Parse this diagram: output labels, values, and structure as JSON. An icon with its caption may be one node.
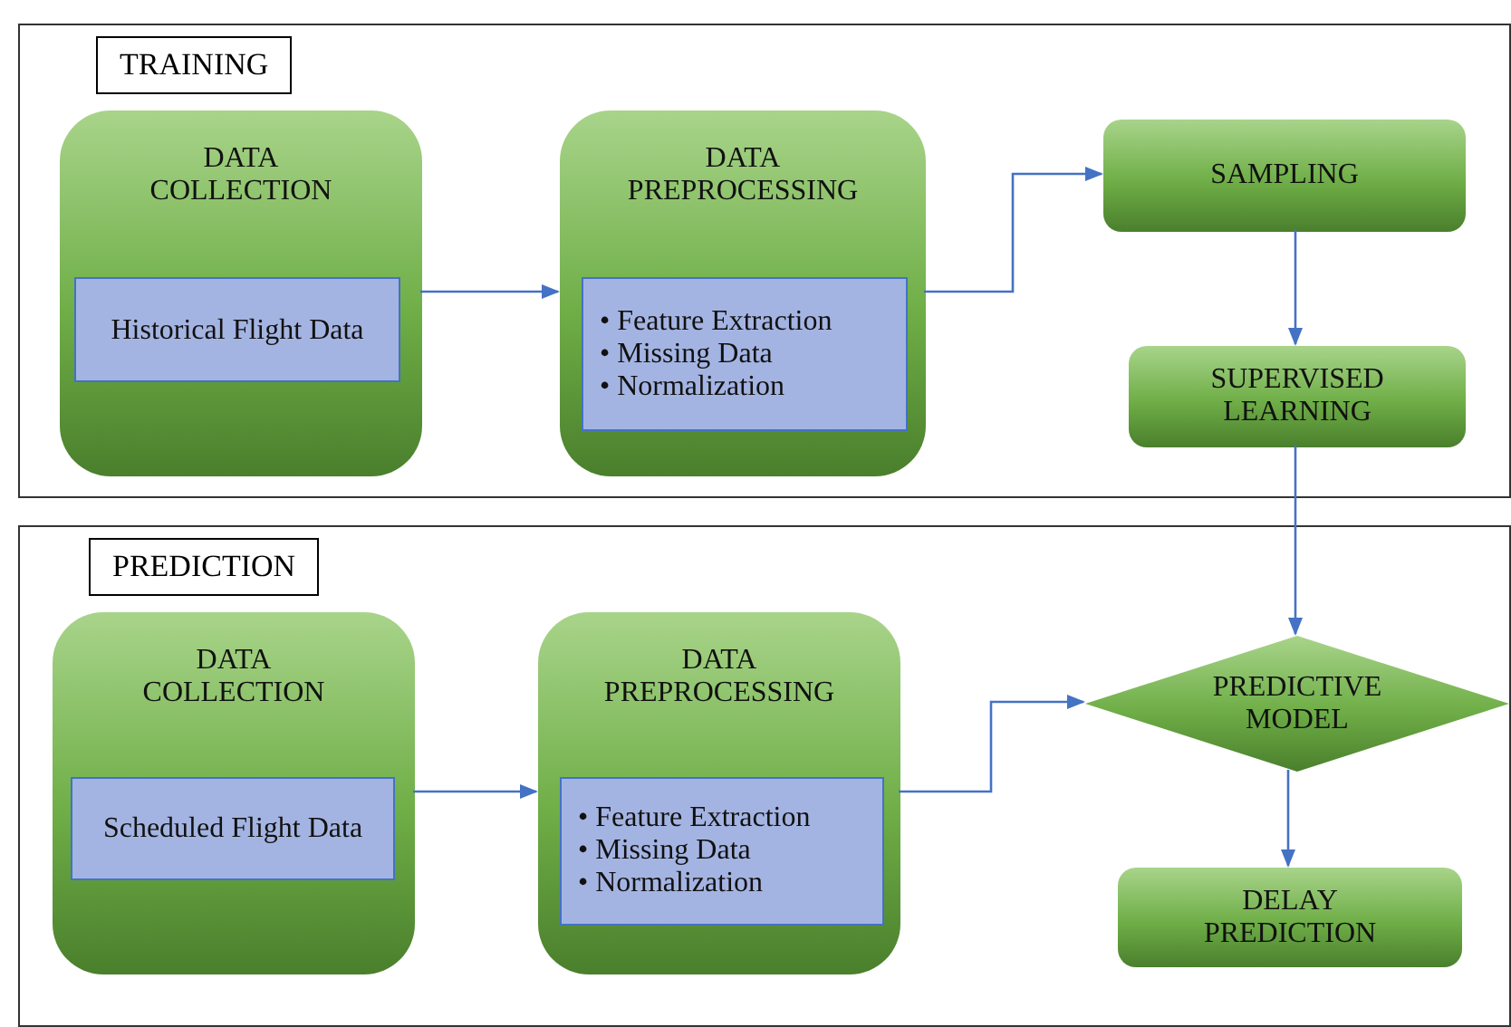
{
  "diagram": {
    "nodes": [
      {
        "text": [
          "TRAINING"
        ]
      },
      {
        "text": [
          "DATA COLLECTION"
        ],
        "in": 0
      },
      {
        "text": [
          "Historical Flight Data"
        ],
        "in": 1
      },
      {
        "text": [
          "DATA PREPROCESSING"
        ],
        "in": 0
      },
      {
        "text": [
          "• Feature Extraction",
          "• Missing Data",
          "• Normalization"
        ],
        "in": 3
      },
      {
        "text": [
          "SAMPLING"
        ],
        "in": 0
      },
      {
        "text": [
          "SUPERVISED LEARNING"
        ],
        "in": 0
      },
      {
        "text": [
          "PREDICTION"
        ]
      },
      {
        "text": [
          "DATA COLLECTION"
        ],
        "in": 7
      },
      {
        "text": [
          "Scheduled Flight Data"
        ],
        "in": 8
      },
      {
        "text": [
          "DATA PREPROCESSING"
        ],
        "in": 7
      },
      {
        "text": [
          "• Feature Extraction",
          "• Missing Data",
          "• Normalization"
        ],
        "in": 10
      },
      {
        "text": [
          "PREDICTIVE MODEL"
        ],
        "in": 7
      },
      {
        "text": [
          "DELAY PREDICTION"
        ],
        "in": 7
      }
    ],
    "edges": [
      {
        "from": 1,
        "to": 3,
        "arrow": "to"
      },
      {
        "from": 3,
        "to": 5,
        "arrow": "to"
      },
      {
        "from": 5,
        "to": 6,
        "arrow": "to"
      },
      {
        "from": 6,
        "to": 12,
        "arrow": "to"
      },
      {
        "from": 8,
        "to": 10,
        "arrow": "to"
      },
      {
        "from": 10,
        "to": 12,
        "arrow": "to"
      },
      {
        "from": 12,
        "to": 13,
        "arrow": "to"
      }
    ]
  }
}
